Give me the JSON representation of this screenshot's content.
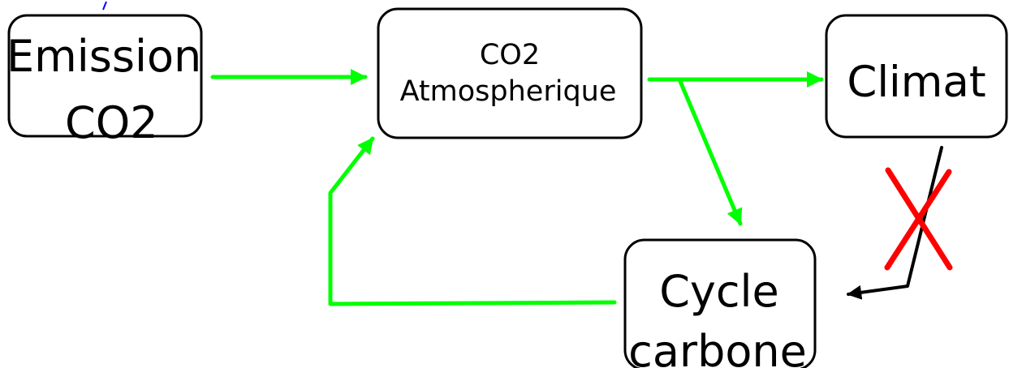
{
  "colors": {
    "box_border": "#000000",
    "positive_link": "#00ff00",
    "broken_link": "#000000",
    "cross_mark": "#ff0000"
  },
  "nodes": {
    "emission": {
      "line1": "Emission",
      "line2": "CO2"
    },
    "atmosphere": {
      "line1": "CO2",
      "line2": "Atmospherique"
    },
    "climate": {
      "line1": "Climat"
    },
    "carbon_cycle": {
      "line1": "Cycle",
      "line2": "carbone"
    }
  },
  "edges": [
    {
      "from": "emission",
      "to": "atmosphere",
      "color": "#00ff00"
    },
    {
      "from": "atmosphere",
      "to": "climate",
      "color": "#00ff00"
    },
    {
      "from": "atmosphere",
      "to": "carbon_cycle",
      "color": "#00ff00"
    },
    {
      "from": "carbon_cycle",
      "to": "atmosphere",
      "color": "#00ff00"
    },
    {
      "from": "climate",
      "to": "carbon_cycle",
      "color": "#000000",
      "crossed_out": true
    }
  ]
}
